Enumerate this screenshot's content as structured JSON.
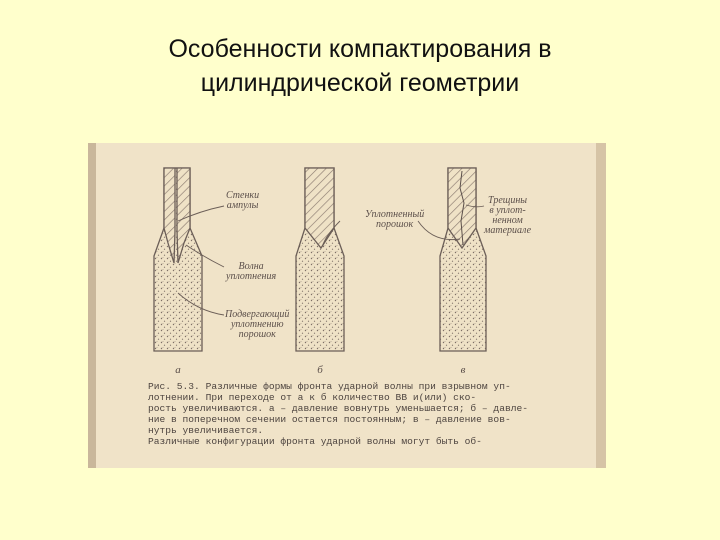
{
  "slide": {
    "title_line1": "Особенности компактирования в",
    "title_line2": "цилиндрической геометрии"
  },
  "figure": {
    "labels": {
      "ampoule_walls_1": "Стенки",
      "ampoule_walls_2": "ампулы",
      "compaction_wave_1": "Волна",
      "compaction_wave_2": "уплотнения",
      "uncompacted_powder_1": "Подвергающий",
      "uncompacted_powder_2": "уплотнению",
      "uncompacted_powder_3": "порошок",
      "compacted_powder_1": "Уплотненный",
      "compacted_powder_2": "порошок",
      "cracks_1": "Трещины",
      "cracks_2": "в уплот-",
      "cracks_3": "ненном",
      "cracks_4": "материале"
    },
    "panel_letters": [
      "а",
      "б",
      "в"
    ],
    "caption_lines": [
      "Рис. 5.3. Различные формы фронта ударной волны при взрывном уп-",
      "  лотнении. При переходе от   а  к   б  количество ВВ и(или) ско-",
      "рость увеличиваются. а – давление вовнутрь уменьшается; б – давле-",
      "ние в поперечном сечении остается постоянным; в – давление вов-",
      "нутрь увеличивается.",
      "   Различные конфигурации фронта ударной волны могут быть об-"
    ]
  }
}
